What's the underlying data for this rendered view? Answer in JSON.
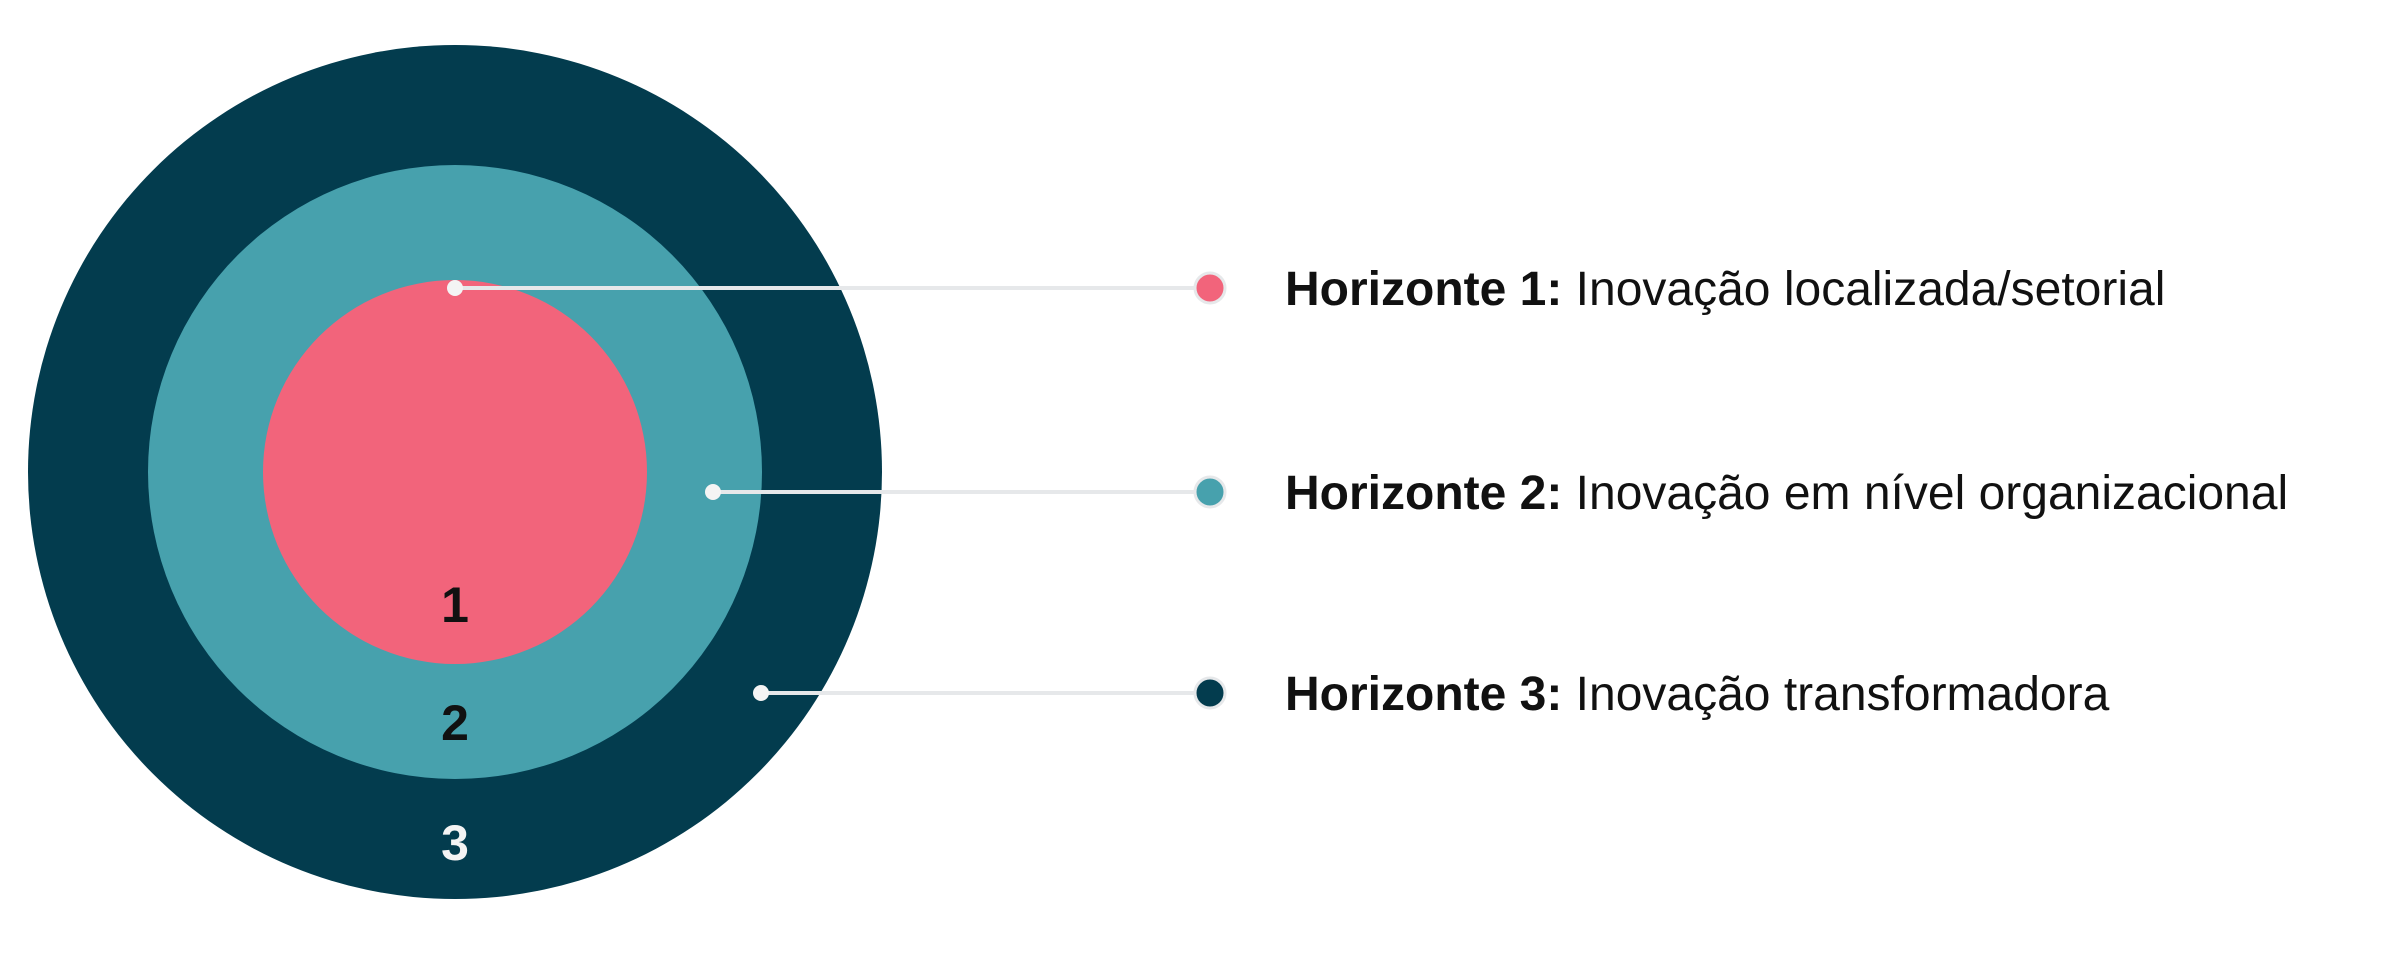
{
  "colors": {
    "outer": "#033C4E",
    "middle": "#47A1AD",
    "inner": "#F2647B",
    "leader": "#E6E8EA",
    "dot": "#F4F4F4",
    "number_dark": "#111111",
    "number_light": "#F4F4F4"
  },
  "horizons": [
    {
      "number": "1",
      "label": "Horizonte 1:",
      "description": " Inovação localizada/setorial"
    },
    {
      "number": "2",
      "label": "Horizonte 2:",
      "description": " Inovação em nível organizacional"
    },
    {
      "number": "3",
      "label": "Horizonte 3:",
      "description": " Inovação transformadora"
    }
  ]
}
